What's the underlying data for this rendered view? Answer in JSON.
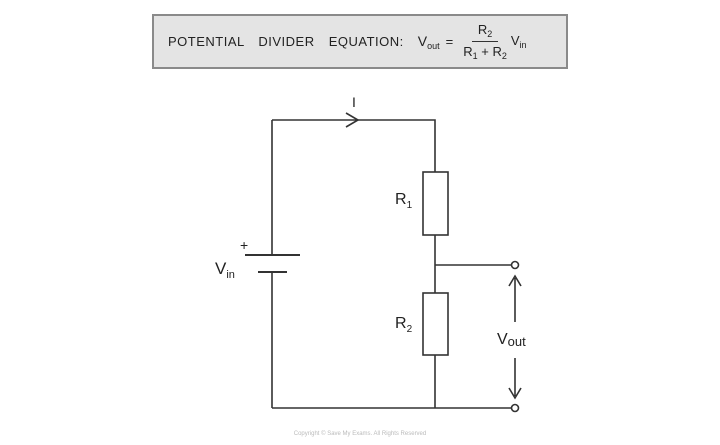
{
  "equation_box": {
    "label": "POTENTIAL DIVIDER EQUATION:",
    "lhs": "V",
    "lhs_sub": "out",
    "equals": "=",
    "numerator": "R",
    "numerator_sub": "2",
    "denominator_a": "R",
    "denominator_a_sub": "1",
    "plus": "+",
    "denominator_b": "R",
    "denominator_b_sub": "2",
    "rhs": "V",
    "rhs_sub": "in"
  },
  "circuit": {
    "current_label": "I",
    "battery_plus": "+",
    "vin_label": "V",
    "vin_sub": "in",
    "r1_label": "R",
    "r1_sub": "1",
    "r2_label": "R",
    "r2_sub": "2",
    "vout_label": "V",
    "vout_sub": "out"
  },
  "copyright": "Copyright © Save My Exams. All Rights Reserved"
}
